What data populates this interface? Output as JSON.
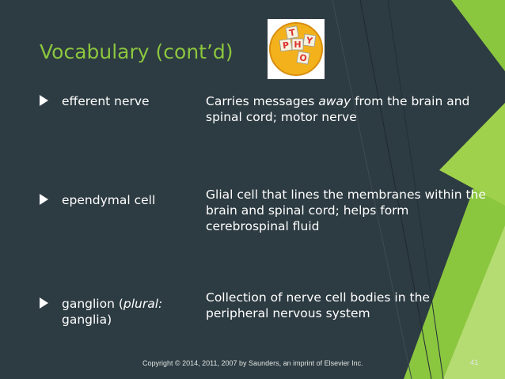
{
  "slide": {
    "title": "Vocabulary (cont’d)",
    "logo": {
      "letters": [
        "T",
        "P",
        "H",
        "Y",
        "O"
      ]
    },
    "items": [
      {
        "term_a": "efferent nerve",
        "term_i": "",
        "term_b": "",
        "term_c": "",
        "def_a": "Carries messages ",
        "def_i": "away",
        "def_b": " from the brain and spinal cord; motor nerve"
      },
      {
        "term_a": "ependymal cell",
        "term_i": "",
        "term_b": "",
        "term_c": "",
        "def_a": "Glial cell that lines the membranes within the brain and spinal cord; helps form cerebrospinal fluid",
        "def_i": "",
        "def_b": ""
      },
      {
        "term_a": "ganglion (",
        "term_i": "plural:",
        "term_b": " ganglia",
        "term_c": ")",
        "def_a": "Collection of nerve cell bodies in the peripheral nervous system",
        "def_i": "",
        "def_b": ""
      }
    ],
    "copyright": "Copyright © 2014, 2011, 2007 by Saunders, an imprint of Elsevier Inc.",
    "page_number": "41"
  },
  "colors": {
    "background": "#2d3b42",
    "accent": "#8bc63f",
    "text": "#ffffff"
  }
}
